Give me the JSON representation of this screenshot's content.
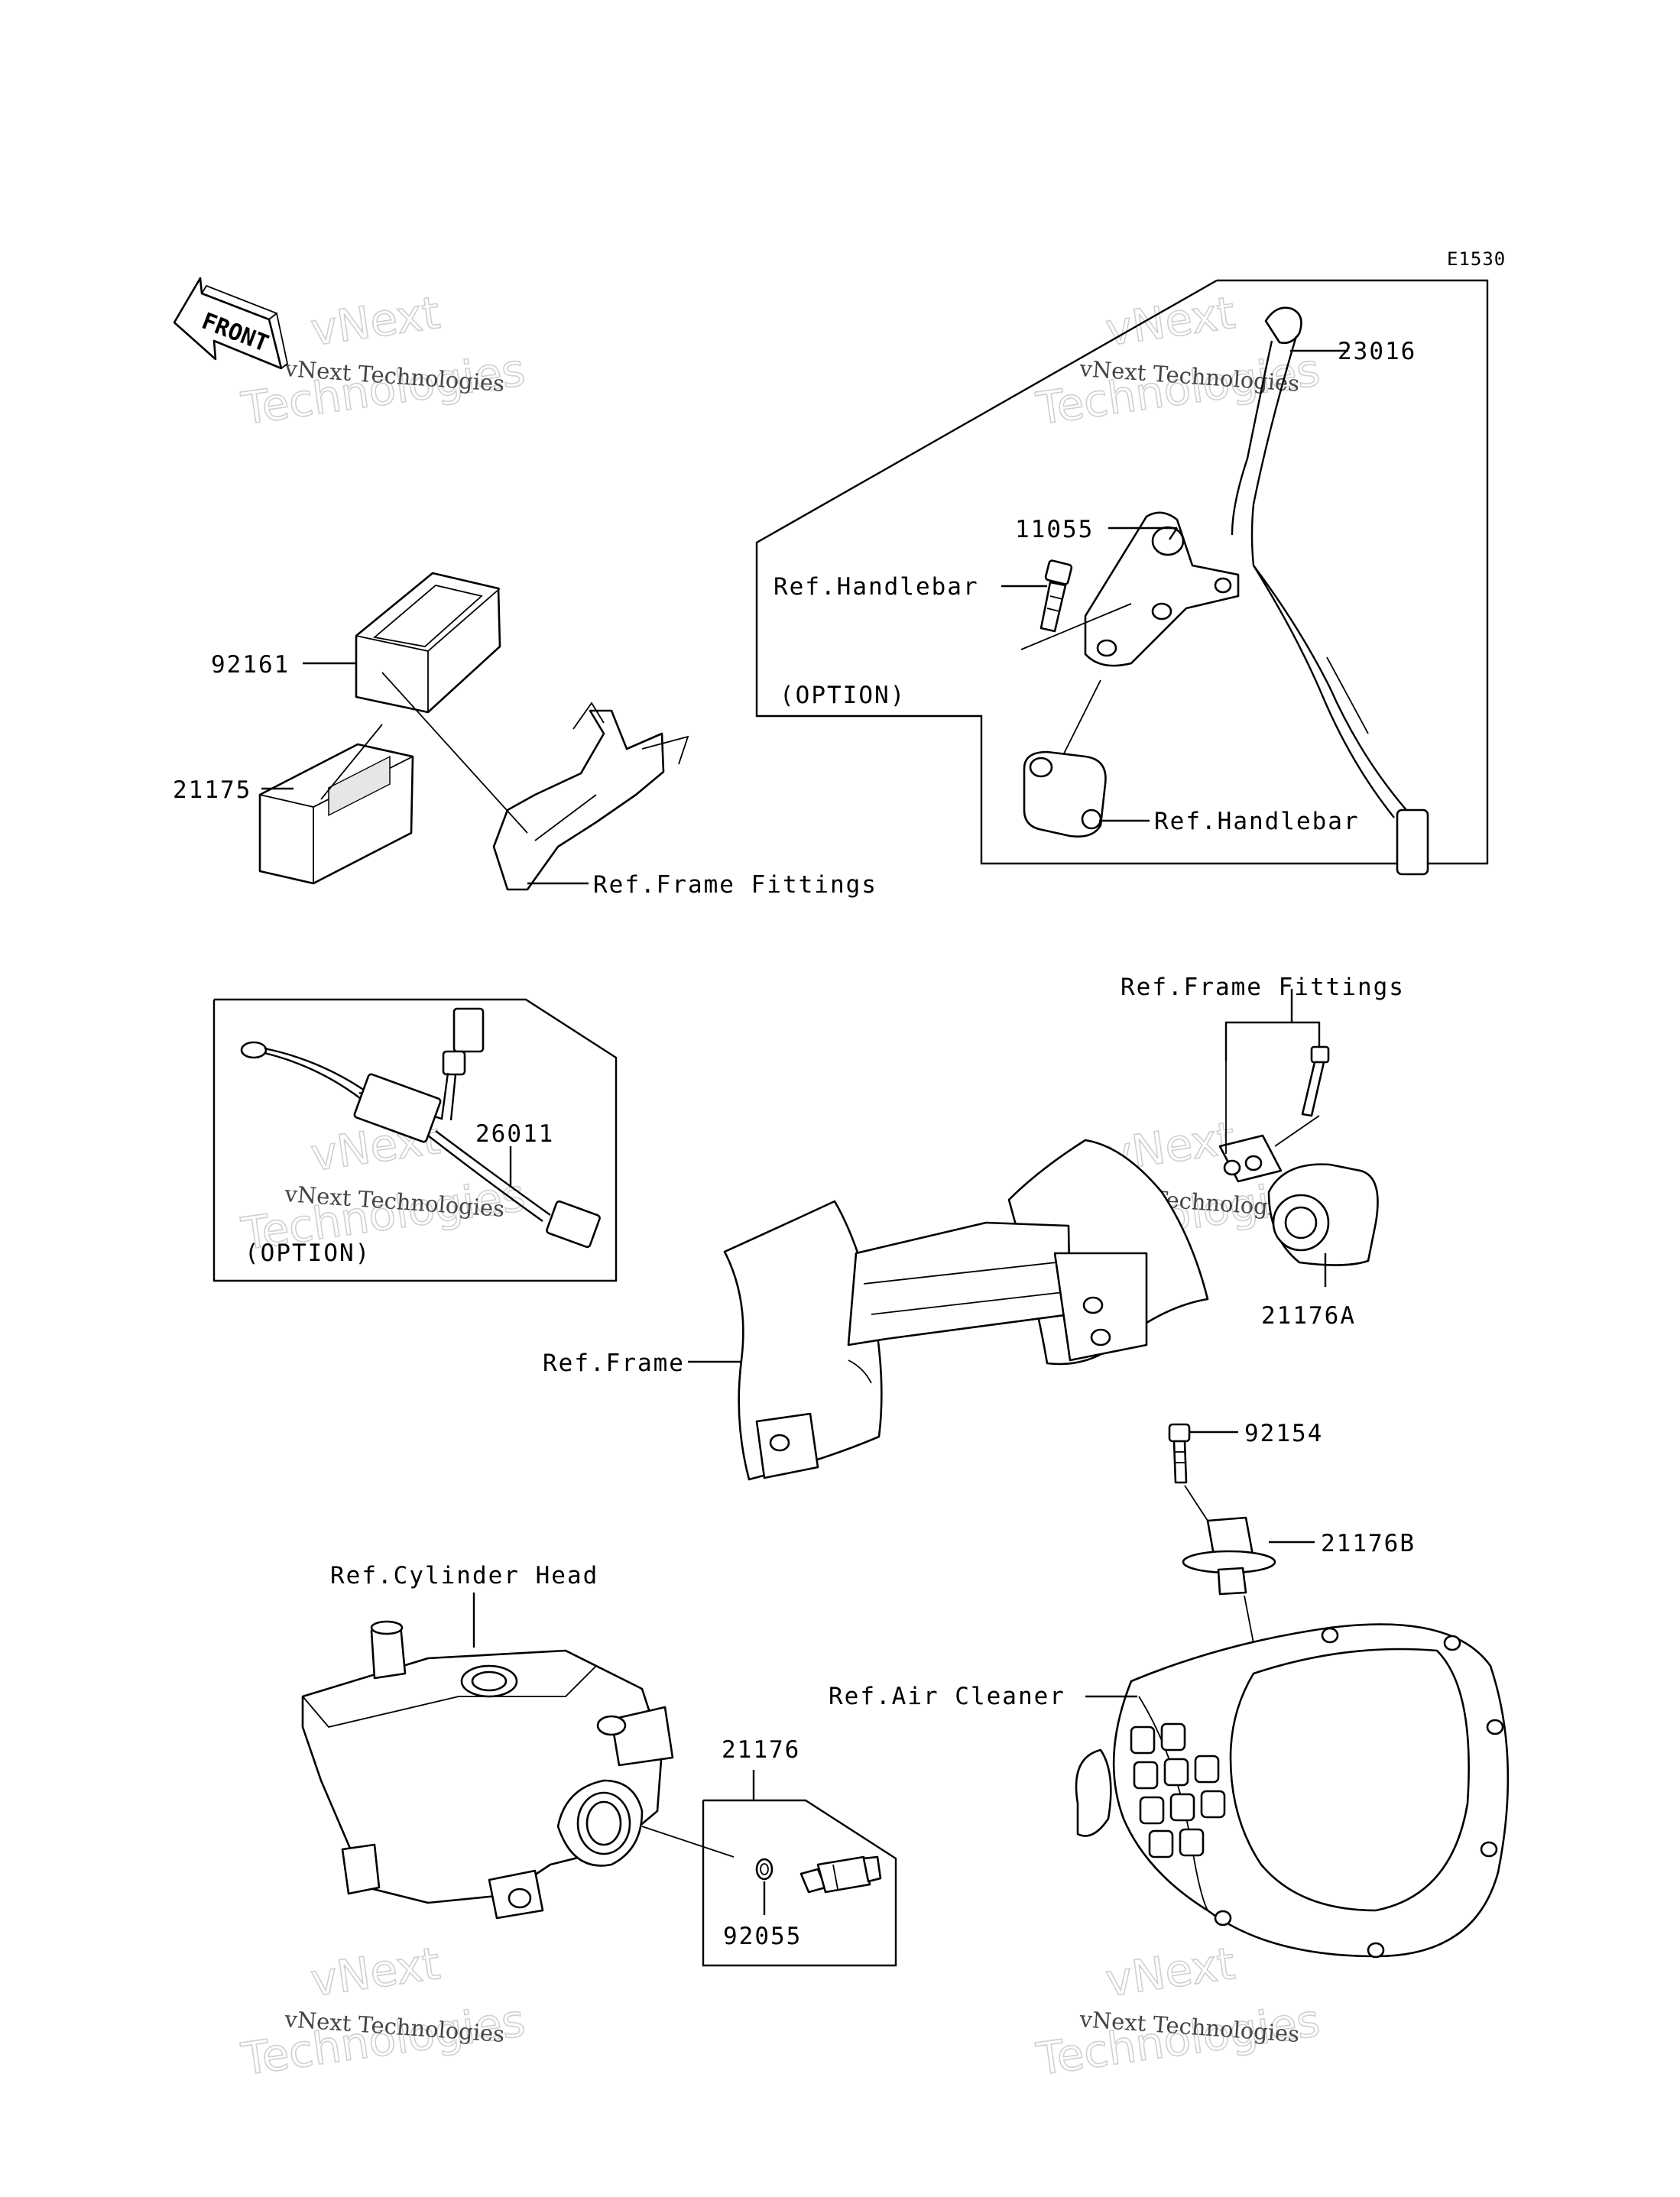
{
  "diagram": {
    "code": "E1530",
    "front_label": "FRONT",
    "watermark": {
      "line1": "vNext Technologies",
      "line2": "vNext",
      "line3": "Technologies"
    },
    "labels": {
      "p23016": "23016",
      "p11055": "11055",
      "ref_handlebar_bolt": "Ref.Handlebar",
      "option_top": "(OPTION)",
      "ref_handlebar_clamp": "Ref.Handlebar",
      "p92161": "92161",
      "p21175": "21175",
      "ref_frame_fittings_1": "Ref.Frame Fittings",
      "ref_frame_fittings_2": "Ref.Frame Fittings",
      "p26011": "26011",
      "option_left": "(OPTION)",
      "ref_frame": "Ref.Frame",
      "p21176A": "21176A",
      "p92154": "92154",
      "p21176B": "21176B",
      "ref_cylinder_head": "Ref.Cylinder Head",
      "ref_air_cleaner": "Ref.Air Cleaner",
      "p21176": "21176",
      "p92055": "92055"
    }
  }
}
